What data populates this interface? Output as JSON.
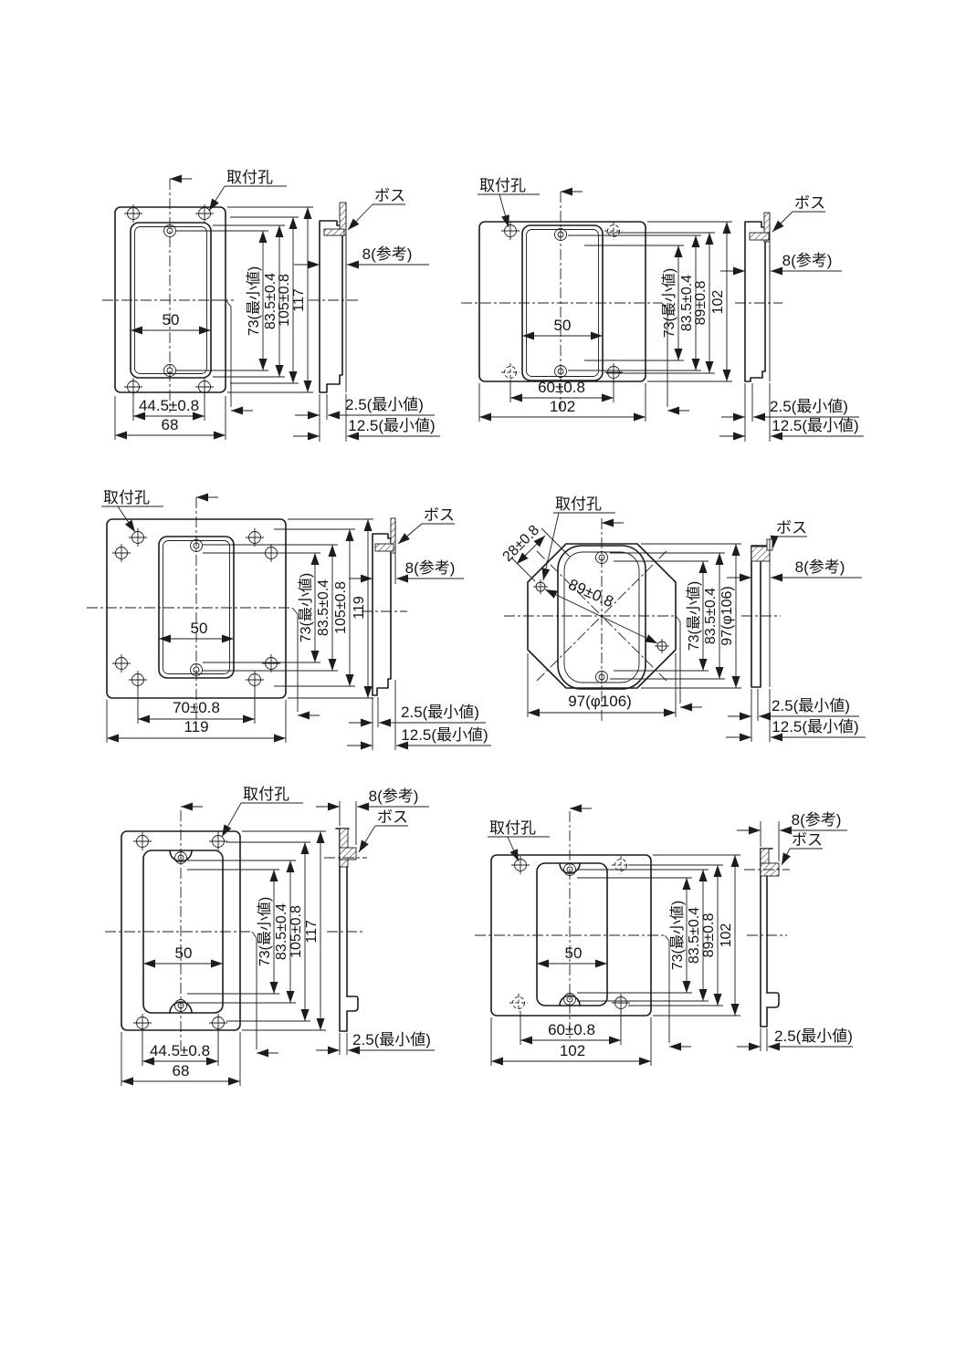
{
  "drawing": {
    "background": "#ffffff",
    "line_color": "#1c1c1c",
    "panels": {
      "p1": {
        "mount_hole_label": "取付孔",
        "boss_label": "ボス",
        "depth_ref": "8(参考)",
        "opening_width": "50",
        "hole_span": "44.5±0.8",
        "outer_width": "68",
        "opening_height": "73(最小値)",
        "screw_span": "83.5±0.4",
        "inner_height": "105±0.8",
        "outer_height": "117",
        "wall_min": "2.5(最小値)",
        "depth_min": "12.5(最小値)"
      },
      "p2": {
        "mount_hole_label": "取付孔",
        "boss_label": "ボス",
        "depth_ref": "8(参考)",
        "opening_width": "50",
        "hole_span": "60±0.8",
        "outer_width": "102",
        "opening_height": "73(最小値)",
        "screw_span": "83.5±0.4",
        "inner_height": "89±0.8",
        "outer_height": "102",
        "wall_min": "2.5(最小値)",
        "depth_min": "12.5(最小値)"
      },
      "p3": {
        "mount_hole_label": "取付孔",
        "boss_label": "ボス",
        "depth_ref": "8(参考)",
        "opening_width": "50",
        "hole_span": "70±0.8",
        "outer_width": "119",
        "opening_height": "73(最小値)",
        "screw_span": "83.5±0.4",
        "inner_height": "105±0.8",
        "outer_height": "119",
        "wall_min": "2.5(最小値)",
        "depth_min": "12.5(最小値)"
      },
      "p4": {
        "mount_hole_label": "取付孔",
        "boss_label": "ボス",
        "depth_ref": "8(参考)",
        "corner_offset": "28±0.8",
        "hole_span": "89±0.8",
        "outer_width": "97(φ106)",
        "opening_height": "73(最小値)",
        "screw_span": "83.5±0.4",
        "outer_height": "97(φ106)",
        "wall_min": "2.5(最小値)",
        "depth_min": "12.5(最小値)"
      },
      "p5": {
        "mount_hole_label": "取付孔",
        "boss_label": "ボス",
        "depth_ref": "8(参考)",
        "opening_width": "50",
        "hole_span": "44.5±0.8",
        "outer_width": "68",
        "opening_height": "73(最小値)",
        "screw_span": "83.5±0.4",
        "inner_height": "105±0.8",
        "outer_height": "117",
        "wall_min": "2.5(最小値)"
      },
      "p6": {
        "mount_hole_label": "取付孔",
        "boss_label": "ボス",
        "depth_ref": "8(参考)",
        "opening_width": "50",
        "hole_span": "60±0.8",
        "outer_width": "102",
        "opening_height": "73(最小値)",
        "screw_span": "83.5±0.4",
        "inner_height": "89±0.8",
        "outer_height": "102",
        "wall_min": "2.5(最小値)"
      }
    }
  }
}
